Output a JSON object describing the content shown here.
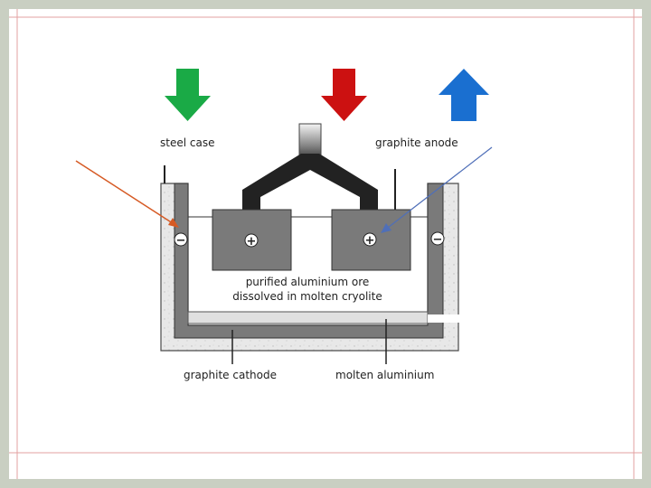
{
  "labels": {
    "steel_case": "steel case",
    "graphite_anode": "graphite anode",
    "electrolyte_line1": "purified aluminium ore",
    "electrolyte_line2": "dissolved in molten cryolite",
    "graphite_cathode": "graphite cathode",
    "molten_aluminium": "molten aluminium"
  },
  "symbols": {
    "plus": "+",
    "minus": "−"
  },
  "colors": {
    "frame_bg": "#c9cfc2",
    "guide_line": "#e3a0a0",
    "arrow_green": "#1aaa46",
    "arrow_red": "#cc1111",
    "arrow_blue": "#1a6fd0",
    "pointer_orange": "#d65a24",
    "pointer_blue": "#4f6fb8",
    "graphite": "#7a7a7a",
    "steel_case": "#e6e6e6",
    "connector": "#222222",
    "aluminium": "#e0e0e0"
  },
  "icons": [
    "down-arrow-green",
    "down-arrow-red",
    "up-arrow-blue"
  ]
}
